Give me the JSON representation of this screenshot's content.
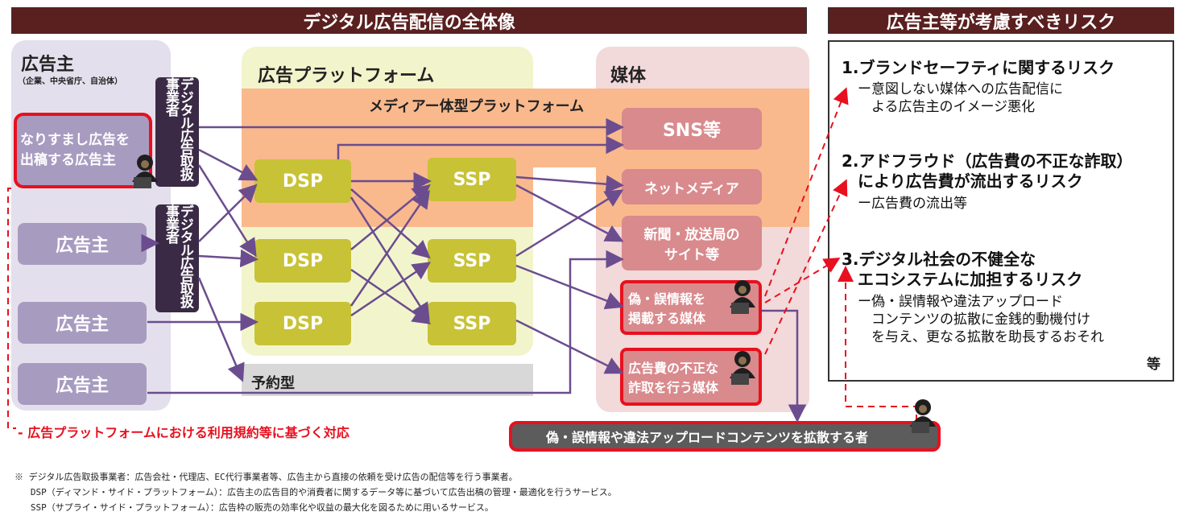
{
  "titles": {
    "main": "デジタル広告配信の全体像",
    "risk": "広告主等が考慮すべきリスク"
  },
  "advertiser": {
    "heading": "広告主",
    "subheading": "（企業、中央省庁、自治体）",
    "spoof": "なりすまし広告を\n出稿する広告主",
    "box1": "広告主",
    "box2": "広告主",
    "box3": "広告主"
  },
  "agency": {
    "label1": "デジタル広告取扱事業者",
    "label2": "デジタル広告取扱事業者"
  },
  "platform": {
    "heading": "広告プラットフォーム",
    "media_integrated": "メディアー体型プラットフォーム",
    "dsp1": "DSP",
    "dsp2": "DSP",
    "dsp3": "DSP",
    "ssp1": "SSP",
    "ssp2": "SSP",
    "ssp3": "SSP",
    "reserved": "予約型"
  },
  "media": {
    "heading": "媒体",
    "sns": "SNS等",
    "net": "ネットメディア",
    "news": "新聞・放送局の\nサイト等",
    "misinfo": "偽・誤情報を\n掲載する媒体",
    "fraud": "広告費の不正な\n詐取を行う媒体"
  },
  "spreader": "偽・誤情報や違法アップロードコンテンツを拡散する者",
  "terms_note": "- 広告プラットフォームにおける利用規約等に基づく対応",
  "risks": [
    {
      "title": "1.ブランドセーフティに関するリスク",
      "desc": "ー意図しない媒体への広告配信に\n　よる広告主のイメージ悪化"
    },
    {
      "title": "2.アドフラウド（広告費の不正な詐取）\n　により広告費が流出するリスク",
      "desc": "ー広告費の流出等"
    },
    {
      "title": "3.デジタル社会の不健全な\n　エコシステムに加担するリスク",
      "desc": "ー偽・誤情報や違法アップロード\n　コンテンツの拡散に金銭的動機付け\n　を与え、更なる拡散を助長するおそれ"
    }
  ],
  "risk_etc": "等",
  "footnotes": [
    "※ デジタル広告取扱事業者：広告会社・代理店、EC代行事業者等、広告主から直接の依頼を受け広告の配信等を行う事業者。",
    "   DSP（ディマンド・サイド・プラットフォーム）：広告主の広告目的や消費者に関するデータ等に基づいて広告出稿の管理・最適化を行うサービス。",
    "   SSP（サプライ・サイド・プラットフォーム）：広告枠の販売の効率化や収益の最大化を図るために用いるサービス。"
  ],
  "colors": {
    "title_bg": "#5a1f1f",
    "advertiser_panel": "#e4dfec",
    "platform_panel": "#f2f5cc",
    "media_panel": "#f2d9da",
    "orange_band": "#f9b98d",
    "node": "#c8c236",
    "arrow": "#6b4d8f",
    "risk_red": "#e8101e"
  }
}
